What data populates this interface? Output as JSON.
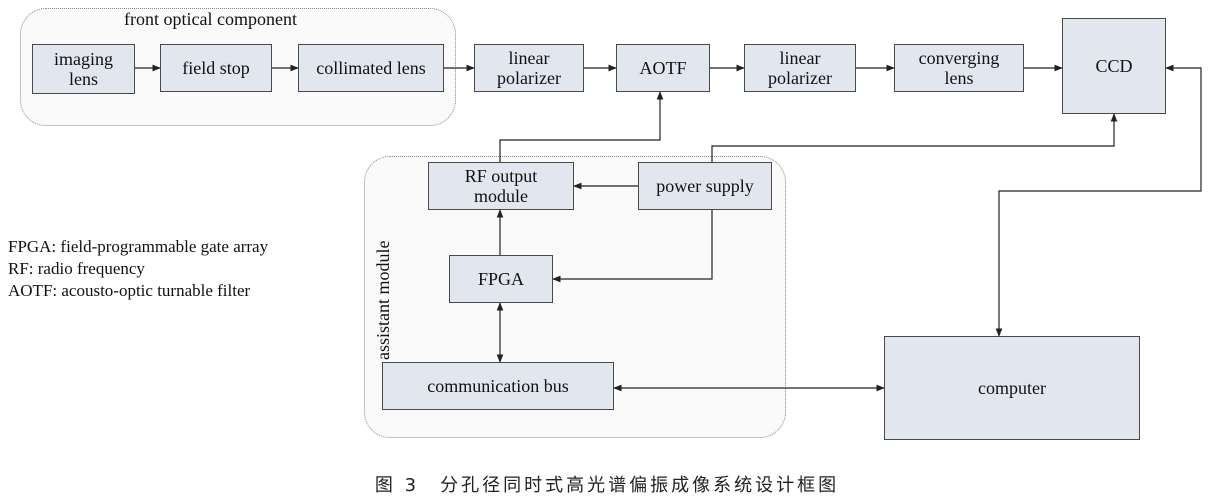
{
  "groups": {
    "front_optical": "front optical component",
    "assistant": "assistant module"
  },
  "blocks": {
    "imaging_lens": "imaging lens",
    "field_stop": "field stop",
    "collimated_lens": "collimated lens",
    "linear_polarizer_1": "linear polarizer",
    "aotf": "AOTF",
    "linear_polarizer_2": "linear polarizer",
    "converging_lens": "converging lens",
    "ccd": "CCD",
    "rf_output_module": "RF output module",
    "power_supply": "power supply",
    "fpga": "FPGA",
    "communication_bus": "communication bus",
    "computer": "computer"
  },
  "legend": [
    "FPGA: field-programmable gate array",
    "RF: radio frequency",
    "AOTF: acousto-optic turnable filter"
  ],
  "caption": "图 3　分孔径同时式高光谱偏振成像系统设计框图"
}
